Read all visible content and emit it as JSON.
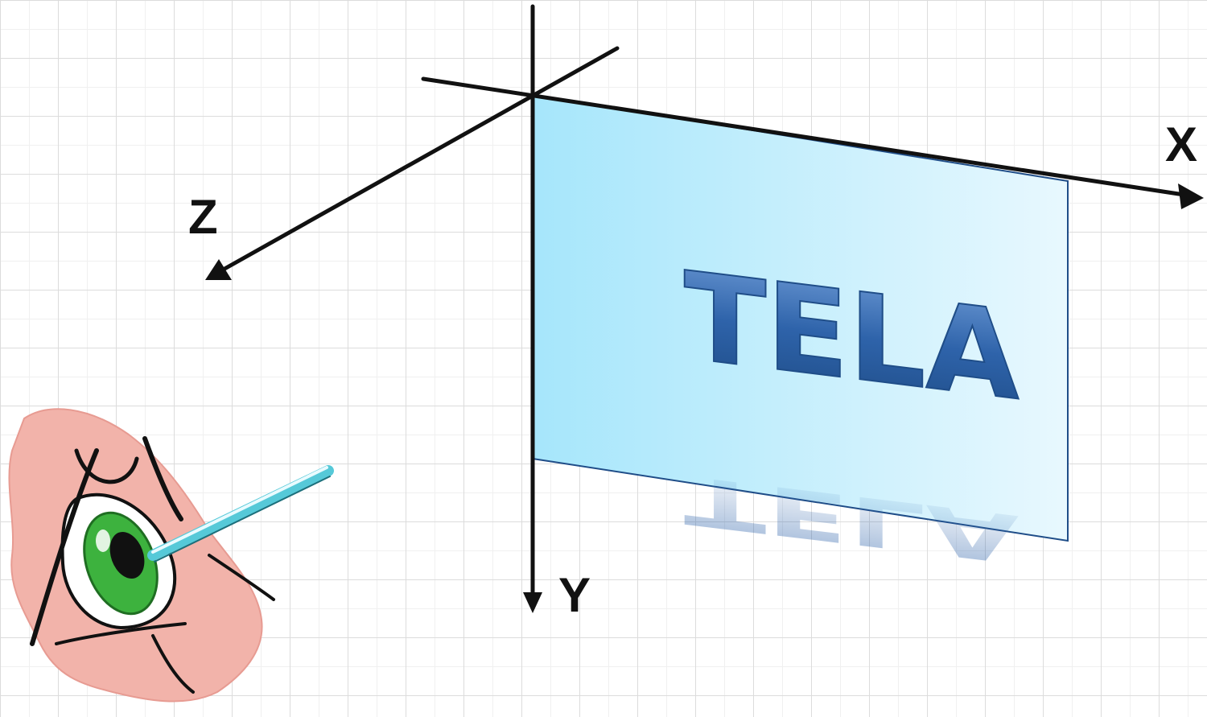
{
  "axes": {
    "x_label": "X",
    "y_label": "Y",
    "z_label": "Z"
  },
  "screen": {
    "label": "TELA"
  },
  "colors": {
    "axis": "#111111",
    "screen_fill_left": "#a6e6fb",
    "screen_fill_right": "#e8f8fe",
    "screen_border": "#1f4d88",
    "tela_text": "#2e63aa",
    "eye_skin": "#f2b3aa",
    "eye_iris": "#3db23e",
    "sight_line": "#56c9d8"
  }
}
